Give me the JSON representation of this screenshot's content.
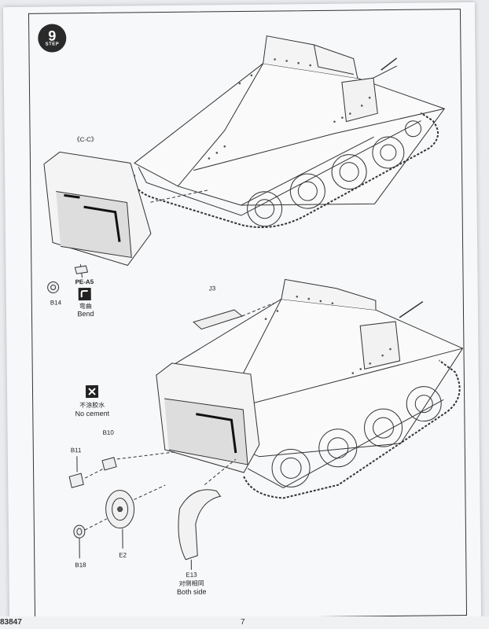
{
  "step": {
    "number": "9",
    "word": "STEP"
  },
  "section_label": "C-C",
  "parts": {
    "pe_a5": "PE-A5",
    "bend_cn": "弯曲",
    "bend_en": "Bend",
    "b14": "B14",
    "j3": "J3",
    "no_cement_cn": "不涂胶水",
    "no_cement_en": "No cement",
    "b10": "B10",
    "b11": "B11",
    "b18": "B18",
    "e2": "E2",
    "e13": "E13",
    "both_side_cn": "对侧相同",
    "both_side_en": "Both side"
  },
  "footer": {
    "code": "83847",
    "page": "7"
  }
}
